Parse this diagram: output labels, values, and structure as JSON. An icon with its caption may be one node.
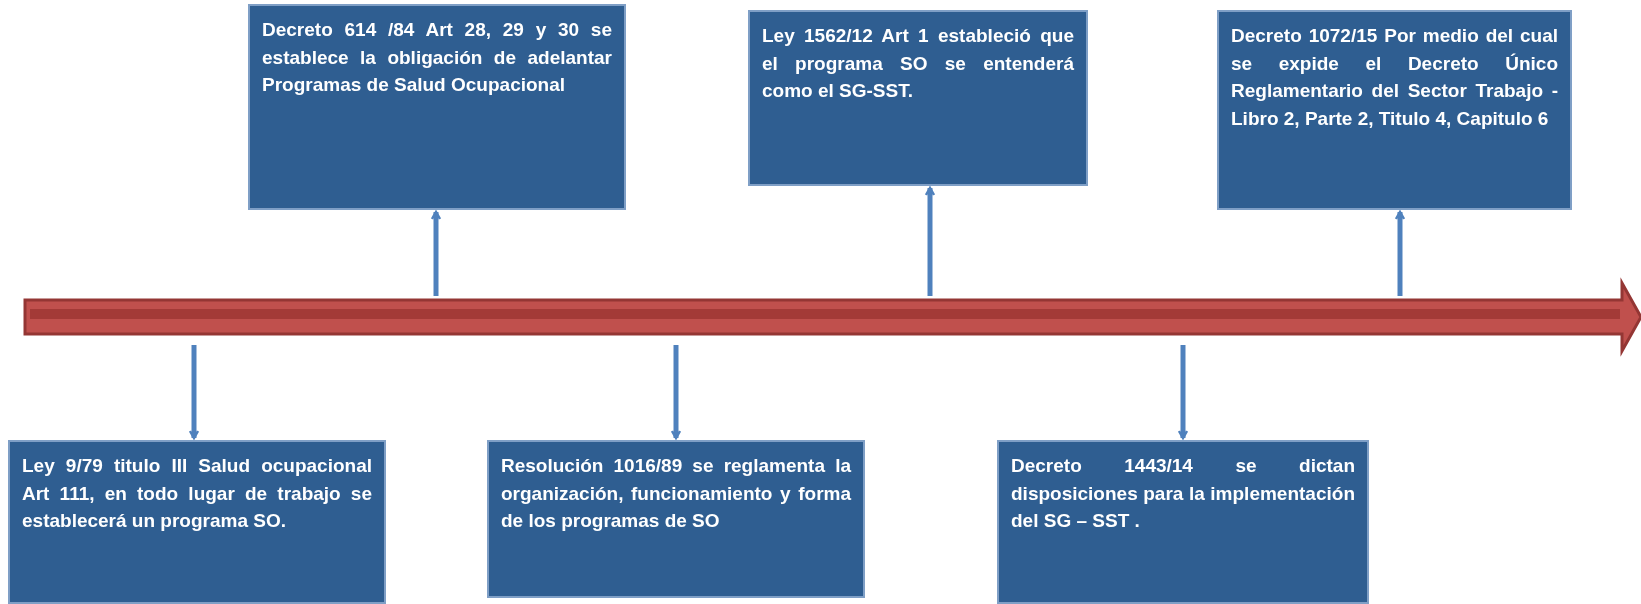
{
  "diagram": {
    "nodes": [
      {
        "text": [
          "Ley 9/79  titulo III Salud ocupacional Art 111, en todo lugar de trabajo se establecerá un programa SO."
        ]
      },
      {
        "text": [
          "Decreto 614 /84 Art 28, 29 y 30 se establece la obligación de adelantar Programas de Salud Ocupacional"
        ]
      },
      {
        "text": [
          "Resolución 1016/89 se reglamenta la organización, funcionamiento y forma de los programas de SO"
        ]
      },
      {
        "text": [
          "Ley 1562/12 Art 1 estableció que el programa SO se entenderá como el SG-SST."
        ]
      },
      {
        "text": [
          "Decreto 1443/14 se dictan disposiciones para la implementación del SG – SST ."
        ]
      },
      {
        "text": [
          "Decreto 1072/15 Por medio del cual se expide el Decreto Único Reglamentario del Sector Trabajo - Libro 2, Parte 2, Titulo 4, Capitulo 6"
        ]
      }
    ],
    "edges": [
      {
        "from": null,
        "to": 0,
        "arrow": "to"
      },
      {
        "from": null,
        "to": 1,
        "arrow": "to"
      },
      {
        "from": null,
        "to": 2,
        "arrow": "to"
      },
      {
        "from": null,
        "to": 3,
        "arrow": "to"
      },
      {
        "from": null,
        "to": 4,
        "arrow": "to"
      },
      {
        "from": null,
        "to": 5,
        "arrow": "to"
      }
    ]
  }
}
